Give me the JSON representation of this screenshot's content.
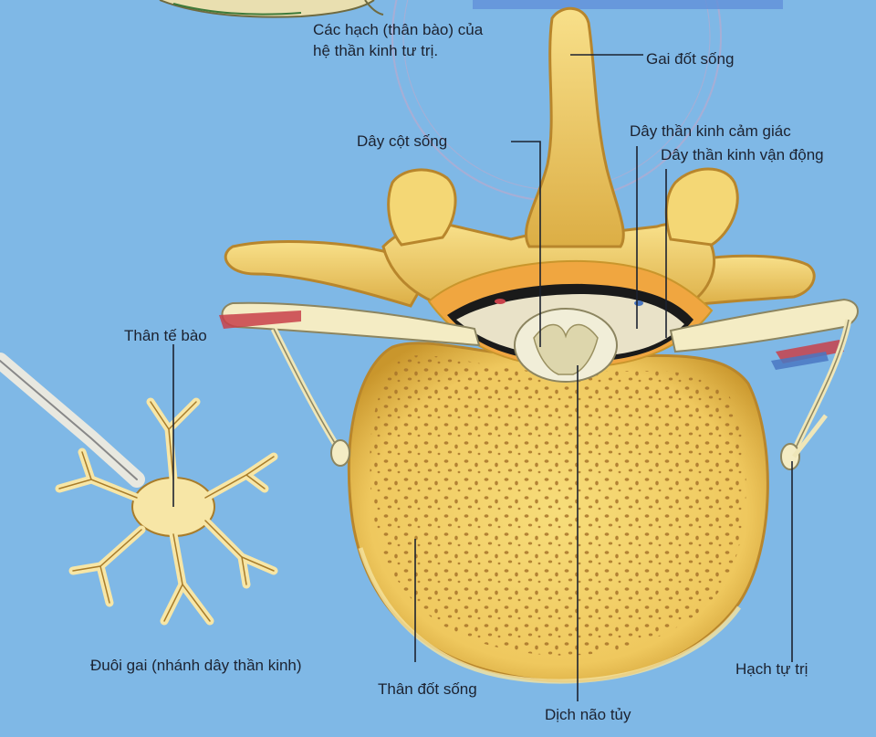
{
  "labels": {
    "ganglia_line1": "Các hạch (thân bào) của",
    "ganglia_line2": "hệ thần kinh tư trị.",
    "spinous_process": "Gai đốt sống",
    "sensory_nerve": "Dây thần kinh cảm giác",
    "motor_nerve": "Dây thần kinh vận động",
    "spinal_cord": "Dây cột sống",
    "cell_body": "Thân tế bào",
    "dendrites": "Đuôi gai (nhánh dây thần kinh)",
    "vertebral_body": "Thân đốt sống",
    "csf": "Dịch não tủy",
    "autonomic_ganglion": "Hạch tự trị"
  },
  "colors": {
    "background": "#7fb8e6",
    "bone": "#f2cf6a",
    "bone_shadow": "#c9962c",
    "bone_pale": "#f8e6a8",
    "spongy_dots": "#a8742a",
    "nerve": "#f4ecc4",
    "cord": "#f1eed8",
    "grey_matter": "#ddd6ac",
    "leader_line": "#1c2230",
    "artery": "#c8414a",
    "vein": "#4a77c2",
    "neuron": "#f7e6a6",
    "neuron_edge": "#a87c2a",
    "stamp": "#c9a7c8"
  }
}
